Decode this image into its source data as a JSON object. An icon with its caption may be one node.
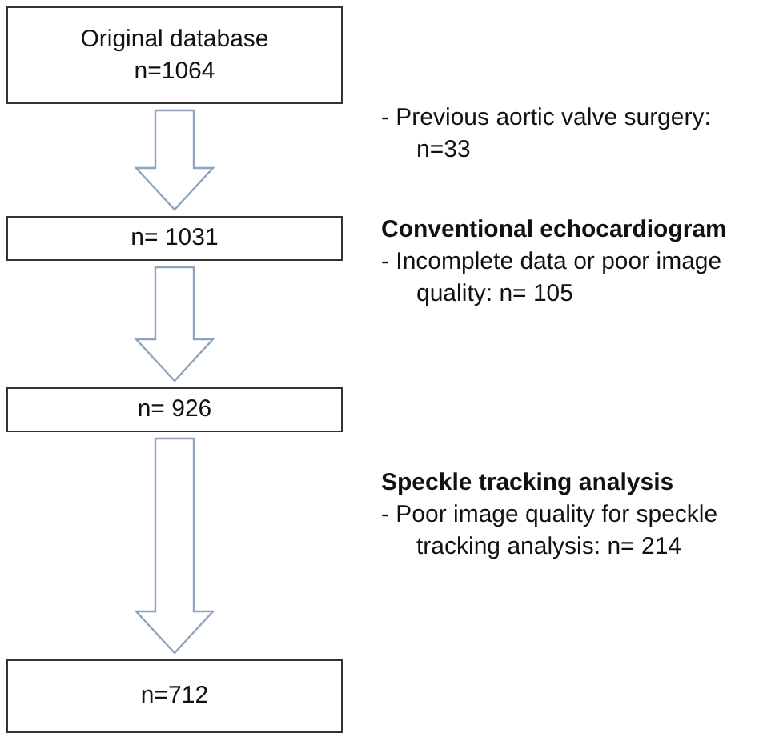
{
  "diagram": {
    "nodes": [
      {
        "text": [
          "Original database",
          "n=1064"
        ]
      },
      {
        "text": [
          "n= 1031"
        ]
      },
      {
        "text": [
          "n= 926"
        ]
      },
      {
        "text": [
          "n=712"
        ]
      }
    ],
    "edges": [
      {
        "from": 0,
        "to": 1,
        "arrow": "to"
      },
      {
        "from": 1,
        "to": 2,
        "arrow": "to"
      },
      {
        "from": 2,
        "to": 3,
        "arrow": "to"
      }
    ],
    "labels": [
      "- Previous aortic valve surgery: n=33",
      "Conventional echocardiogram",
      "- Incomplete data or poor image quality: n= 105",
      "Speckle tracking analysis",
      "- Poor image quality for speckle tracking analysis: n= 214"
    ]
  }
}
